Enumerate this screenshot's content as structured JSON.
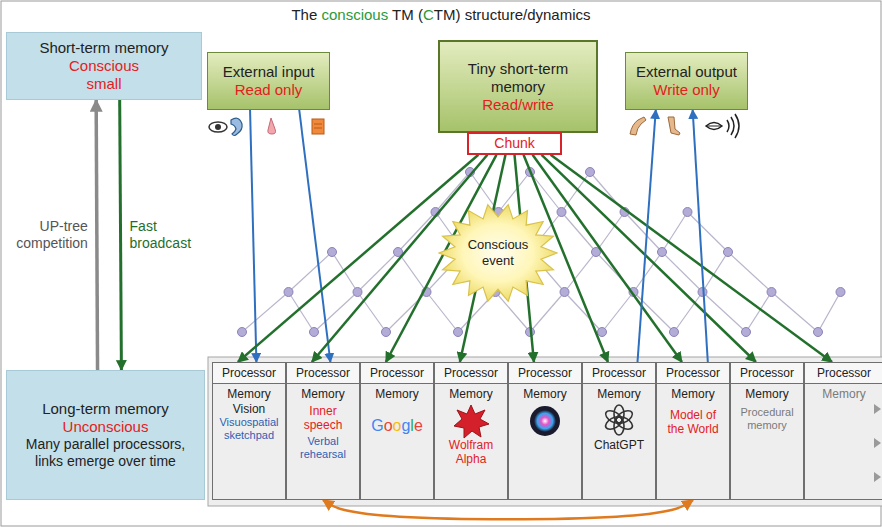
{
  "diagram": {
    "title": "The conscious TM (CTM) structure/dynamics",
    "nodes": [
      {
        "text": [
          "Short-term memory",
          "Conscious small"
        ]
      },
      {
        "text": [
          "External input",
          "Read only"
        ]
      },
      {
        "text": [
          "Tiny short-term memory",
          "Read/write"
        ]
      },
      {
        "text": [
          "External output",
          "Write only"
        ]
      },
      {
        "text": [
          "Chunk"
        ]
      },
      {
        "text": [
          "Conscious event"
        ]
      },
      {
        "text": [
          "Long-term memory",
          "Unconscious",
          "Many parallel processors, links emerge over time"
        ]
      },
      {
        "text": [
          "Processor",
          "Memory",
          "Vision",
          "Visuospatial sketchpad"
        ]
      },
      {
        "text": [
          "Processor",
          "Memory",
          "Inner speech",
          "Verbal rehearsal"
        ]
      },
      {
        "text": [
          "Processor",
          "Memory",
          "Google"
        ]
      },
      {
        "text": [
          "Processor",
          "Memory",
          "Wolfram Alpha"
        ]
      },
      {
        "text": [
          "Processor",
          "Memory"
        ]
      },
      {
        "text": [
          "Processor",
          "Memory",
          "ChatGPT"
        ]
      },
      {
        "text": [
          "Processor",
          "Memory",
          "Model of the World"
        ]
      },
      {
        "text": [
          "Processor",
          "Memory",
          "Procedural memory"
        ]
      },
      {
        "text": [
          "Processor",
          "Memory"
        ]
      }
    ],
    "edges": [
      {
        "from": 6,
        "to": 0,
        "arrow": "to",
        "label": "UP-tree competition"
      },
      {
        "from": 0,
        "to": 6,
        "arrow": "to",
        "label": "Fast broadcast"
      },
      {
        "from": 1,
        "to": 7,
        "arrow": "to"
      },
      {
        "from": 1,
        "to": 8,
        "arrow": "to"
      },
      {
        "from": 4,
        "to": 7,
        "arrow": "to"
      },
      {
        "from": 4,
        "to": 8,
        "arrow": "to"
      },
      {
        "from": 4,
        "to": 9,
        "arrow": "to"
      },
      {
        "from": 4,
        "to": 10,
        "arrow": "to"
      },
      {
        "from": 4,
        "to": 11,
        "arrow": "to"
      },
      {
        "from": 4,
        "to": 12,
        "arrow": "to"
      },
      {
        "from": 4,
        "to": 13,
        "arrow": "to"
      },
      {
        "from": 4,
        "to": 14,
        "arrow": "to"
      },
      {
        "from": 4,
        "to": 15,
        "arrow": "to"
      },
      {
        "from": 12,
        "to": 3,
        "arrow": "to"
      },
      {
        "from": 13,
        "to": 3,
        "arrow": "to"
      },
      {
        "from": 8,
        "to": 13,
        "arrow": "both"
      }
    ]
  }
}
